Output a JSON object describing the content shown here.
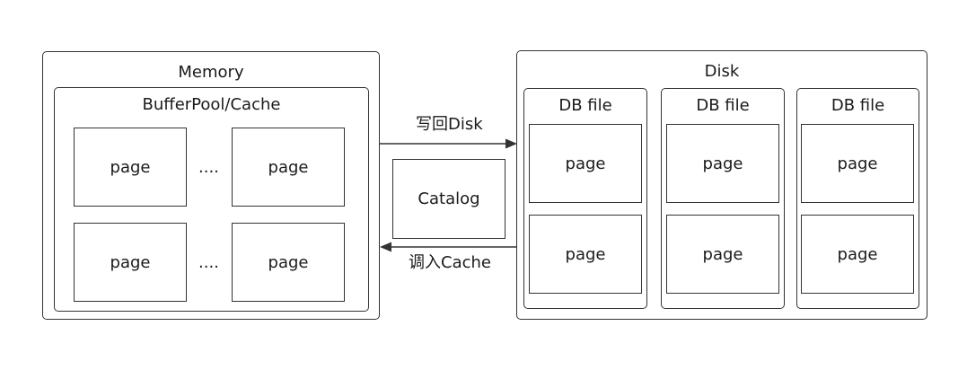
{
  "memory": {
    "title": "Memory",
    "buffer_pool": {
      "title": "BufferPool/Cache",
      "pages": [
        "page",
        "page",
        "page",
        "page"
      ],
      "ellipsis": [
        "....",
        "...."
      ]
    }
  },
  "catalog": {
    "label": "Catalog"
  },
  "arrows": {
    "write_back": "写回Disk",
    "load_to_cache": "调入Cache"
  },
  "disk": {
    "title": "Disk",
    "db_files": [
      {
        "title": "DB file",
        "pages": [
          "page",
          "page"
        ]
      },
      {
        "title": "DB file",
        "pages": [
          "page",
          "page"
        ]
      },
      {
        "title": "DB file",
        "pages": [
          "page",
          "page"
        ]
      }
    ]
  }
}
